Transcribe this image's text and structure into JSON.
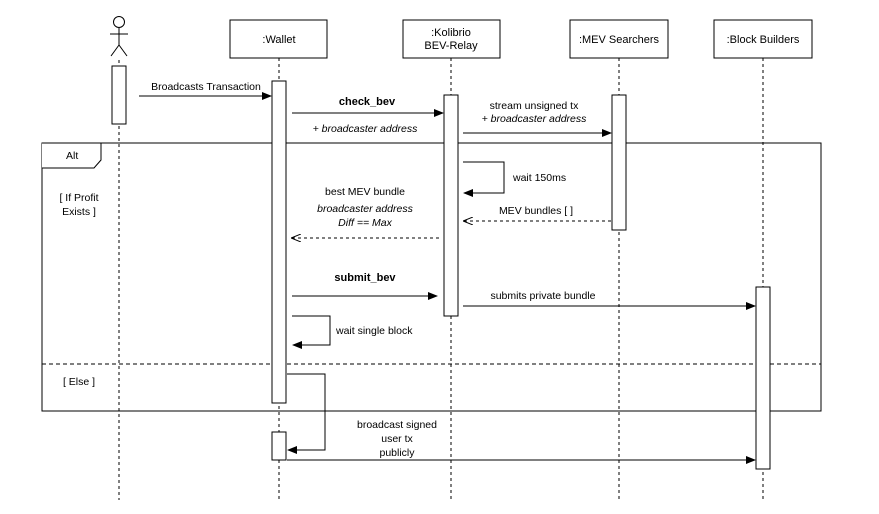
{
  "participants": {
    "wallet": ":Wallet",
    "relay_line1": ":Kolibrio",
    "relay_line2": "BEV-Relay",
    "searchers": ":MEV Searchers",
    "builders": ":Block Builders"
  },
  "fragment": {
    "operator": "Alt",
    "guard1_line1": "[ If Profit",
    "guard1_line2": "Exists ]",
    "guard2": "[ Else ]"
  },
  "messages": {
    "broadcast_tx": "Broadcasts Transaction",
    "check_bev": "check_bev",
    "broadcaster_address": "+ broadcaster address",
    "stream_unsigned": "stream unsigned tx",
    "stream_broadcaster": "+ broadcaster address",
    "wait_150": "wait 150ms",
    "mev_bundles": "MEV bundles [ ]",
    "best_bundle": "best MEV bundle",
    "best_bundle_addr": "broadcaster address",
    "best_bundle_diff": "Diff == Max",
    "submit_bev": "submit_bev",
    "submits_private": "submits private bundle",
    "wait_block": "wait single block",
    "broadcast_signed_1": "broadcast signed",
    "broadcast_signed_2": "user tx",
    "broadcast_signed_3": "publicly"
  }
}
